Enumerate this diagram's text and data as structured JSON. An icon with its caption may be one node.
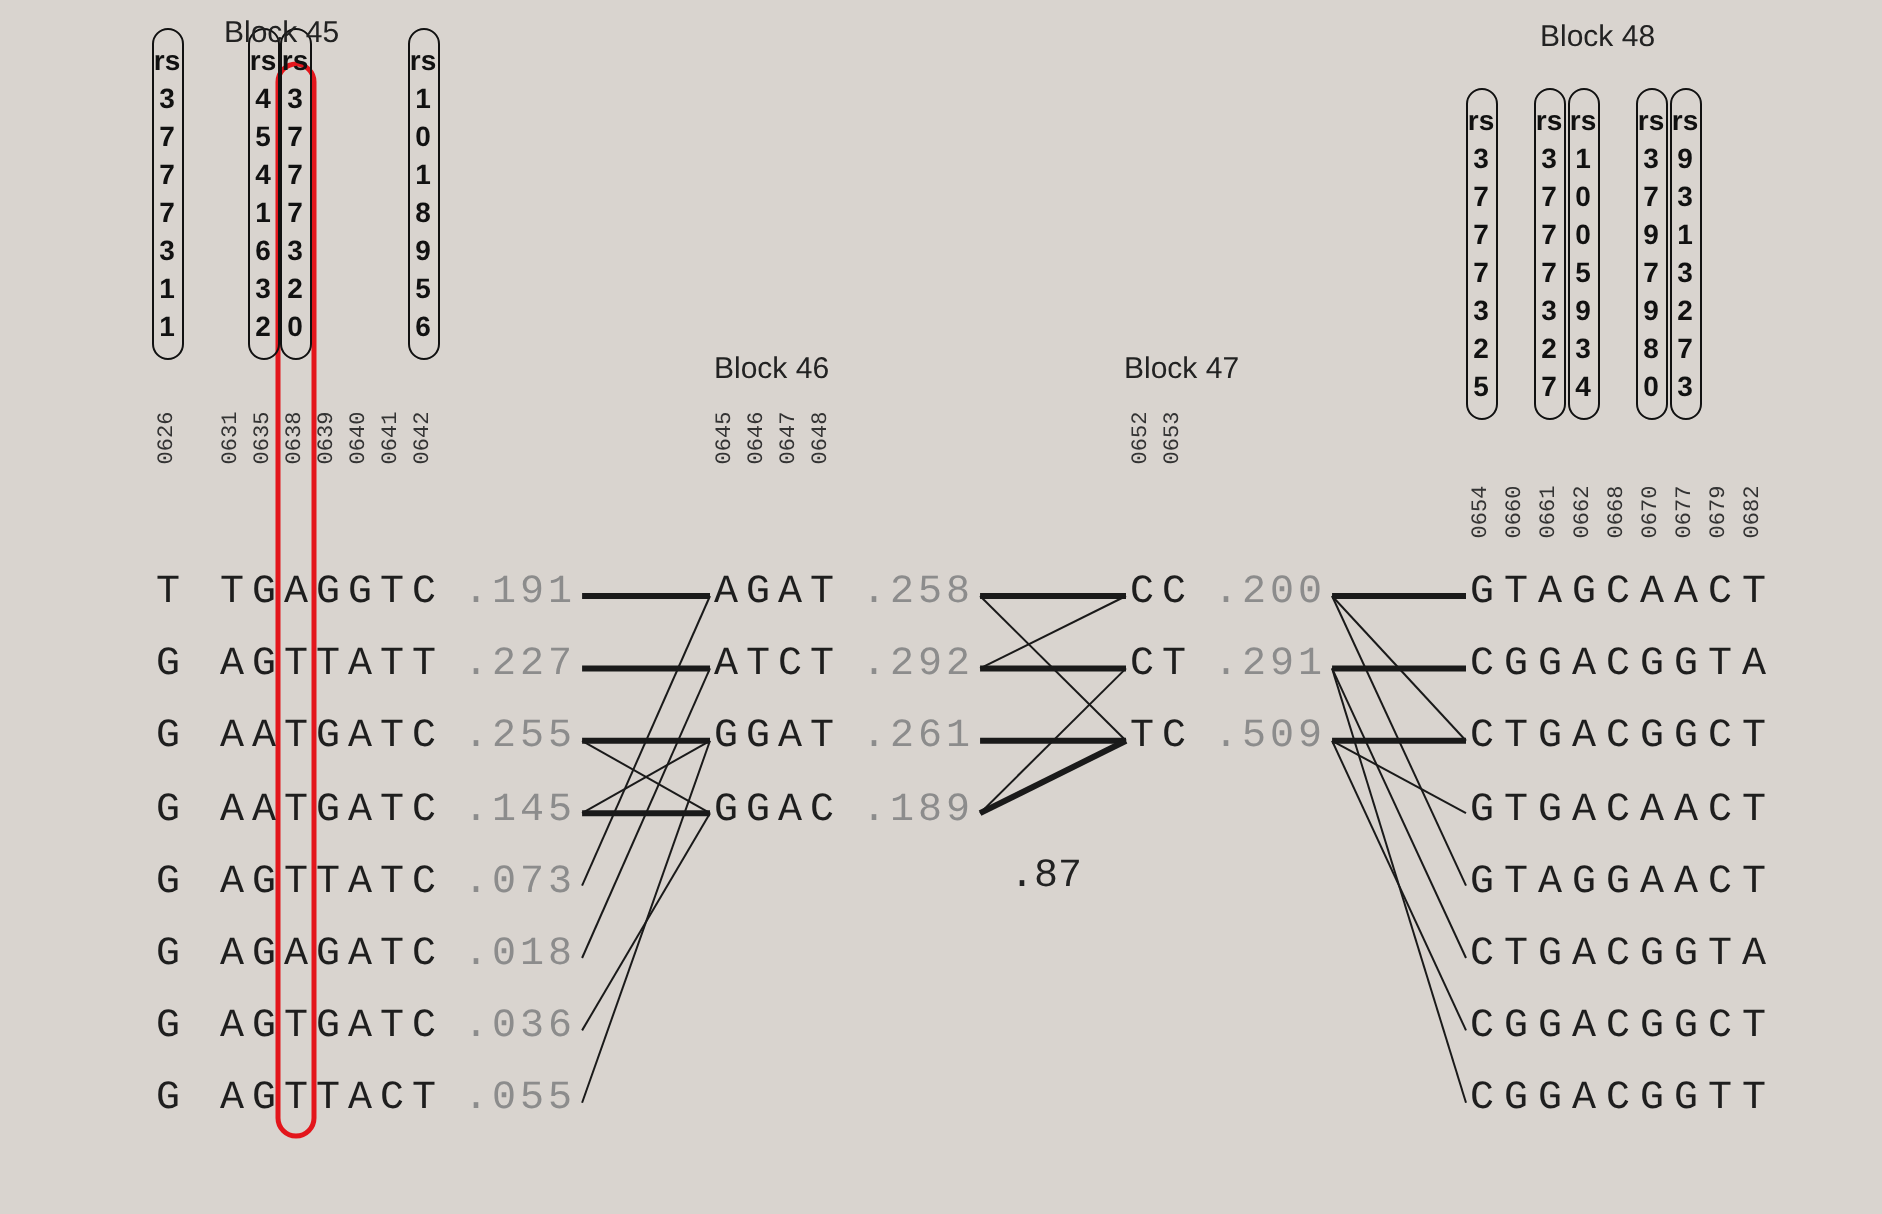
{
  "diagram": {
    "nodes": [
      {
        "text": [
          "rs3777311"
        ]
      },
      {
        "text": [
          "rs4541632"
        ]
      },
      {
        "text": [
          "rs3777320"
        ]
      },
      {
        "text": [
          "rs1018956"
        ]
      },
      {
        "text": [
          "rs3777325"
        ]
      },
      {
        "text": [
          "rs3777327"
        ]
      },
      {
        "text": [
          "rs1005934"
        ]
      },
      {
        "text": [
          "rs3797980"
        ]
      },
      {
        "text": [
          "rs9313273"
        ]
      },
      {
        "text": [
          "T TGAGGTC"
        ],
        "beside": [
          ".191"
        ]
      },
      {
        "text": [
          "G AGTTATT"
        ],
        "beside": [
          ".227"
        ]
      },
      {
        "text": [
          "G AATGATC"
        ],
        "beside": [
          ".255"
        ]
      },
      {
        "text": [
          "G AATGATC"
        ],
        "beside": [
          ".145"
        ]
      },
      {
        "text": [
          "G AGTTATC"
        ],
        "beside": [
          ".073"
        ]
      },
      {
        "text": [
          "G AGAGATC"
        ],
        "beside": [
          ".018"
        ]
      },
      {
        "text": [
          "G AGTGATC"
        ],
        "beside": [
          ".036"
        ]
      },
      {
        "text": [
          "G AGTTACT"
        ],
        "beside": [
          ".055"
        ]
      },
      {
        "text": [
          "AGAT"
        ],
        "beside": [
          ".258"
        ]
      },
      {
        "text": [
          "ATCT"
        ],
        "beside": [
          ".292"
        ]
      },
      {
        "text": [
          "GGAT"
        ],
        "beside": [
          ".261"
        ]
      },
      {
        "text": [
          "GGAC"
        ],
        "beside": [
          ".189"
        ]
      },
      {
        "text": [
          "CC"
        ],
        "beside": [
          ".200"
        ]
      },
      {
        "text": [
          "CT"
        ],
        "beside": [
          ".291"
        ]
      },
      {
        "text": [
          "TC"
        ],
        "beside": [
          ".509"
        ]
      },
      {
        "text": [
          "GTAGCAACT"
        ]
      },
      {
        "text": [
          "CGGACGGTA"
        ]
      },
      {
        "text": [
          "CTGACGGCT"
        ]
      },
      {
        "text": [
          "GTGACAACT"
        ]
      },
      {
        "text": [
          "GTAGGAACT"
        ]
      },
      {
        "text": [
          "CTGACGGTA"
        ]
      },
      {
        "text": [
          "CGGACGGCT"
        ]
      },
      {
        "text": [
          "CGGACGGTT"
        ]
      }
    ],
    "edges": [
      {
        "from": 9,
        "to": 17,
        "arrow": "none",
        "style": "thick"
      },
      {
        "from": 10,
        "to": 18,
        "arrow": "none",
        "style": "thick"
      },
      {
        "from": 11,
        "to": 19,
        "arrow": "none",
        "style": "thick"
      },
      {
        "from": 12,
        "to": 20,
        "arrow": "none",
        "style": "thick"
      },
      {
        "from": 11,
        "to": 20,
        "arrow": "none"
      },
      {
        "from": 12,
        "to": 19,
        "arrow": "none"
      },
      {
        "from": 13,
        "to": 17,
        "arrow": "none"
      },
      {
        "from": 14,
        "to": 18,
        "arrow": "none"
      },
      {
        "from": 15,
        "to": 20,
        "arrow": "none"
      },
      {
        "from": 16,
        "to": 19,
        "arrow": "none"
      },
      {
        "from": 17,
        "to": 21,
        "arrow": "none",
        "style": "thick"
      },
      {
        "from": 18,
        "to": 22,
        "arrow": "none",
        "style": "thick"
      },
      {
        "from": 19,
        "to": 23,
        "arrow": "none",
        "style": "thick"
      },
      {
        "from": 20,
        "to": 23,
        "arrow": "none",
        "style": "thick"
      },
      {
        "from": 17,
        "to": 23,
        "arrow": "none"
      },
      {
        "from": 18,
        "to": 21,
        "arrow": "none"
      },
      {
        "from": 20,
        "to": 22,
        "arrow": "none"
      },
      {
        "from": 21,
        "to": 24,
        "arrow": "none",
        "style": "thick"
      },
      {
        "from": 22,
        "to": 25,
        "arrow": "none",
        "style": "thick"
      },
      {
        "from": 23,
        "to": 26,
        "arrow": "none",
        "style": "thick"
      },
      {
        "from": 21,
        "to": 26,
        "arrow": "none"
      },
      {
        "from": 21,
        "to": 28,
        "arrow": "none"
      },
      {
        "from": 22,
        "to": 29,
        "arrow": "none"
      },
      {
        "from": 22,
        "to": 31,
        "arrow": "none"
      },
      {
        "from": 23,
        "to": 27,
        "arrow": "none"
      },
      {
        "from": 23,
        "to": 30,
        "arrow": "none"
      }
    ],
    "labels": [
      "Block 45",
      "Block 48",
      "Block 46",
      "Block 47",
      "0626",
      "0631",
      "0635",
      "0638",
      "0639",
      "0640",
      "0641",
      "0642",
      "0645",
      "0646",
      "0647",
      "0648",
      "0652",
      "0653",
      "0654",
      "0660",
      "0661",
      "0662",
      "0668",
      "0670",
      "0677",
      "0679",
      "0682",
      ".87"
    ]
  }
}
